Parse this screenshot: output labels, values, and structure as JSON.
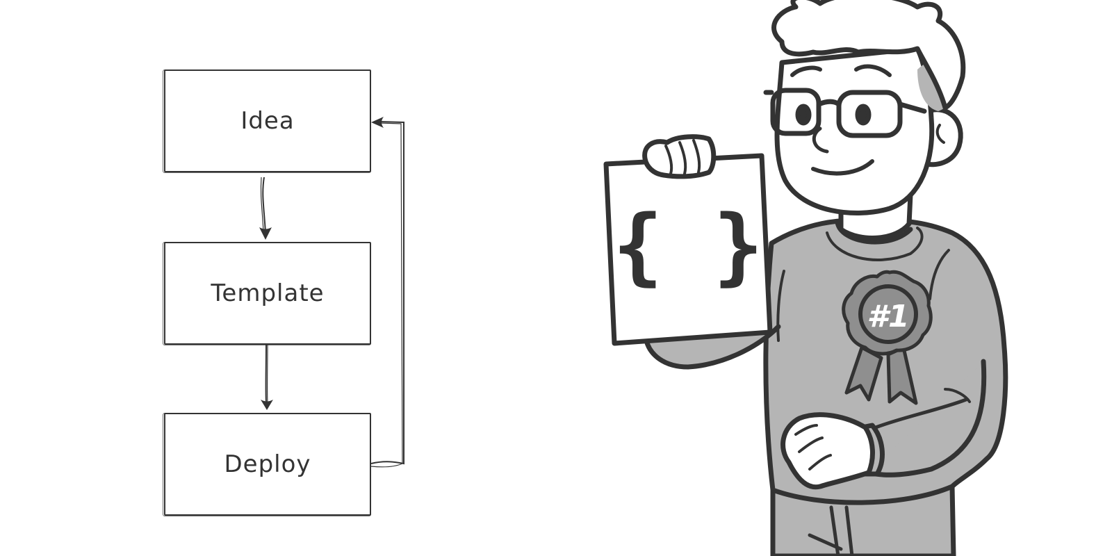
{
  "diagram": {
    "type": "flowchart",
    "style": "hand-drawn",
    "stroke_color": "#333333",
    "background": "#ffffff",
    "nodes": [
      {
        "id": "idea",
        "label": "Idea"
      },
      {
        "id": "template",
        "label": "Template"
      },
      {
        "id": "deploy",
        "label": "Deploy"
      }
    ],
    "edges": [
      {
        "from": "idea",
        "to": "template"
      },
      {
        "from": "template",
        "to": "deploy"
      },
      {
        "from": "deploy",
        "to": "idea",
        "kind": "loop-back"
      }
    ]
  },
  "illustration": {
    "subject": "smiling person with glasses holding a sign",
    "sign_text": "{ }",
    "badge_text": "#1",
    "colors": {
      "outline": "#333333",
      "shirt": "#b5b5b5",
      "badge": "#8f8f8f",
      "skin": "#ffffff"
    }
  }
}
